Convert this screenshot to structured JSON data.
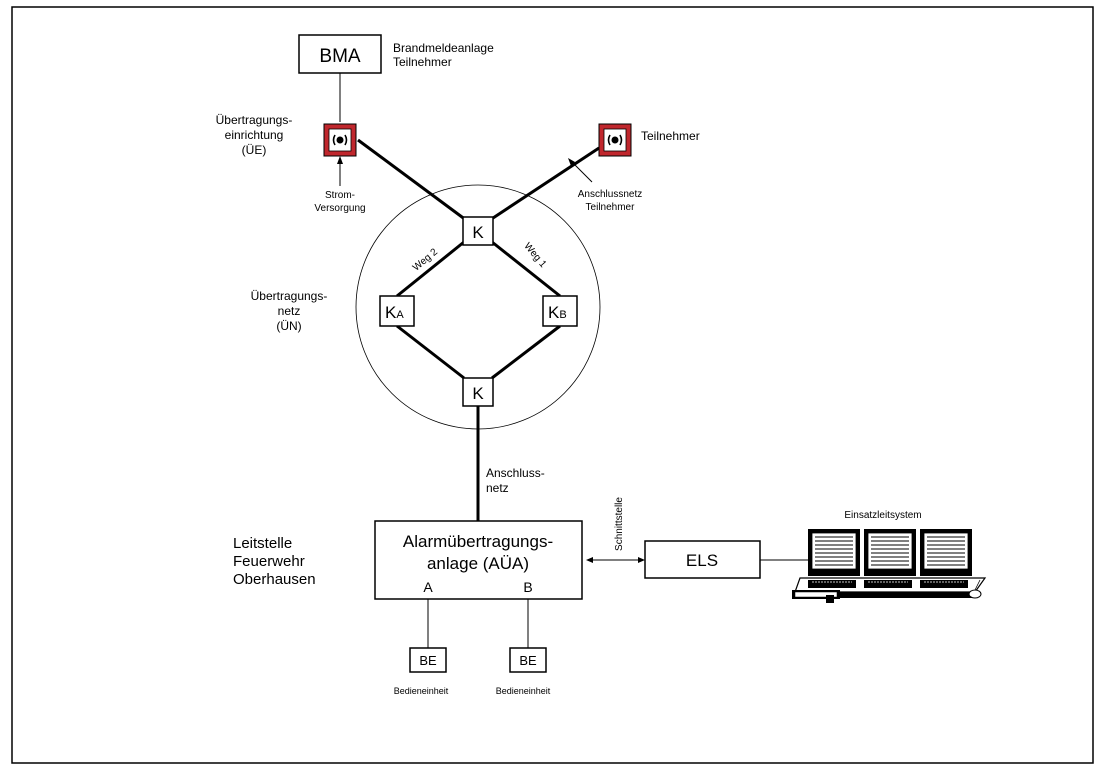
{
  "nodes": {
    "bma": "BMA",
    "k_top": "K",
    "k_bottom": "K",
    "ka_main": "K",
    "ka_sub": "A",
    "kb_main": "K",
    "kb_sub": "B",
    "aua_line1": "Alarmübertragungs-",
    "aua_line2": "anlage (AÜA)",
    "aua_a": "A",
    "aua_b": "B",
    "els": "ELS",
    "be_left": "BE",
    "be_right": "BE"
  },
  "labels": {
    "bma_desc_1": "Brandmeldeanlage",
    "bma_desc_2": "Teilnehmer",
    "ue_1": "Übertragungs-",
    "ue_2": "einrichtung",
    "ue_3": "(ÜE)",
    "strom_1": "Strom-",
    "strom_2": "Versorgung",
    "teilnehmer": "Teilnehmer",
    "anschlussnetz_tn_1": "Anschlussnetz",
    "anschlussnetz_tn_2": "Teilnehmer",
    "weg2": "Weg 2",
    "weg1": "Weg 1",
    "un_1": "Übertragungs-",
    "un_2": "netz",
    "un_3": "(ÜN)",
    "anschlussnetz_1": "Anschluss-",
    "anschlussnetz_2": "netz",
    "leitstelle_1": "Leitstelle",
    "leitstelle_2": "Feuerwehr",
    "leitstelle_3": "Oberhausen",
    "schnittstelle": "Schnittstelle",
    "einsatzleitsystem": "Einsatzleitsystem",
    "bedieneinheit_left": "Bedieneinheit",
    "bedieneinheit_right": "Bedieneinheit"
  },
  "colors": {
    "device_red": "#c0272d",
    "line": "#000000"
  },
  "icons": {
    "transmitter": "transmitter-icon",
    "computer": "computer-workstation-icon"
  }
}
